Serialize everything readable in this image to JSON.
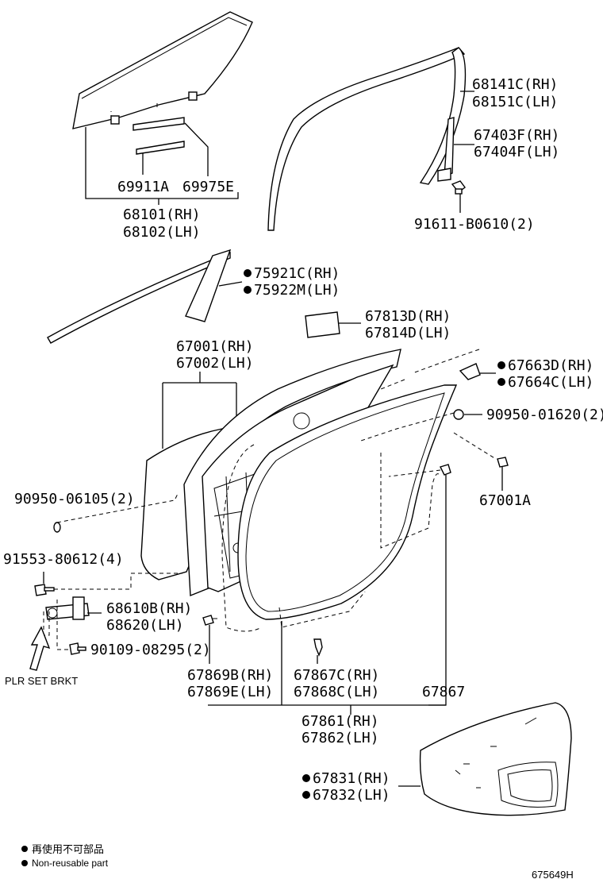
{
  "parts": {
    "p68141": [
      "68141C(RH)",
      "68151C(LH)"
    ],
    "p67403": [
      "67403F(RH)",
      "67404F(LH)"
    ],
    "p91611": "91611-B0610(2)",
    "p69911": "69911A",
    "p69975": "69975E",
    "p68101": [
      "68101(RH)",
      "68102(LH)"
    ],
    "p75921": [
      "75921C(RH)",
      "75922M(LH)"
    ],
    "p67813": [
      "67813D(RH)",
      "67814D(LH)"
    ],
    "p67001": [
      "67001(RH)",
      "67002(LH)"
    ],
    "p67663": [
      "67663D(RH)",
      "67664C(LH)"
    ],
    "p90950a": "90950-01620(2)",
    "p67001A": "67001A",
    "p90950b": "90950-06105(2)",
    "p91553": "91553-80612(4)",
    "p68610": [
      "68610B(RH)",
      "68620(LH)"
    ],
    "p90109": "90109-08295(2)",
    "p67869": [
      "67869B(RH)",
      "67869E(LH)"
    ],
    "p67867C": [
      "67867C(RH)",
      "67868C(LH)"
    ],
    "p67867": "67867",
    "p67861": [
      "67861(RH)",
      "67862(LH)"
    ],
    "p67831": [
      "67831(RH)",
      "67832(LH)"
    ]
  },
  "note_plr": "PLR SET BRKT",
  "legend": {
    "jp": "再使用不可部品",
    "en": "Non-reusable part"
  },
  "diagram_id": "675649H"
}
